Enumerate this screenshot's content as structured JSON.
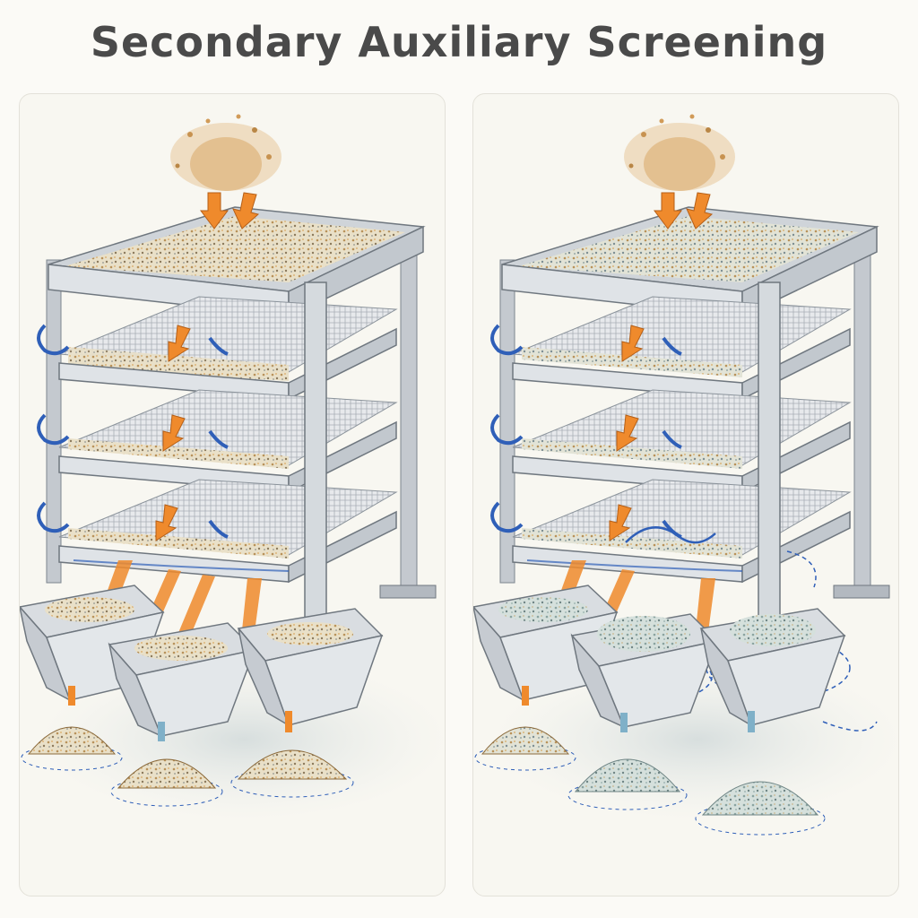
{
  "title": "Secondary Auxiliary Screening",
  "colors": {
    "arrow_orange": "#ef8a2c",
    "clip_blue": "#2f5fb8",
    "steel": "#b9bfc6",
    "steel_dark": "#7d858e",
    "material_tan": "#c9a36a",
    "material_blue_grey": "#9fb3ae"
  },
  "panels": [
    {
      "id": "left",
      "material_tone": "tan",
      "vibration_traces": false
    },
    {
      "id": "right",
      "material_tone": "blue-grey",
      "vibration_traces": true
    }
  ]
}
